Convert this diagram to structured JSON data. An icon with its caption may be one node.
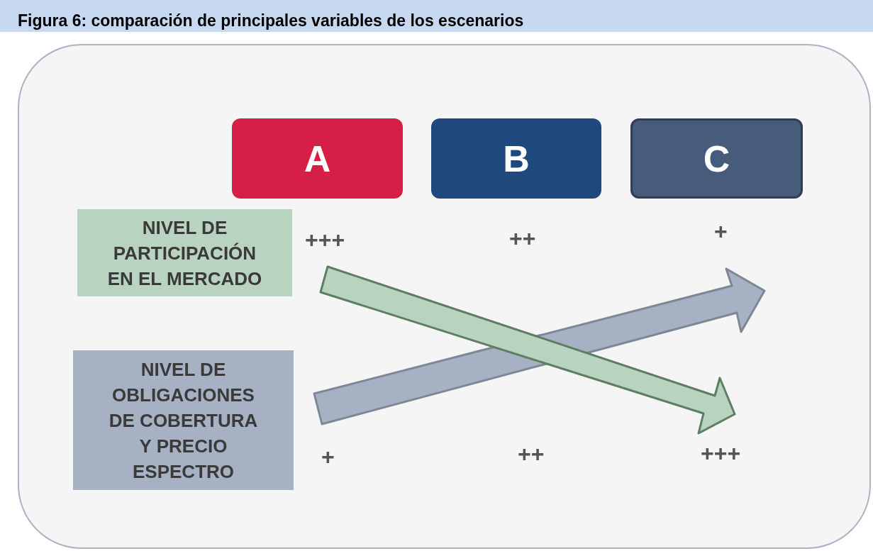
{
  "diagram": {
    "title": "Figura 6: comparación de principales variables de los escenarios",
    "nodes": [
      {
        "text": [],
        "shape": "box"
      },
      {
        "text": [
          "A"
        ],
        "in": 0
      },
      {
        "text": [
          "B"
        ],
        "in": 0
      },
      {
        "text": [
          "C"
        ],
        "in": 0
      },
      {
        "text": [
          "NIVEL DE PARTICIPACIÓN EN EL MERCADO"
        ],
        "in": 0
      },
      {
        "text": [
          "NIVEL DE OBLIGACIONES DE COBERTURA Y PRECIO ESPECTRO"
        ],
        "in": 0
      }
    ],
    "edges": [],
    "labels": [
      "+++",
      "++",
      "+",
      "+",
      "++",
      "+++"
    ]
  }
}
